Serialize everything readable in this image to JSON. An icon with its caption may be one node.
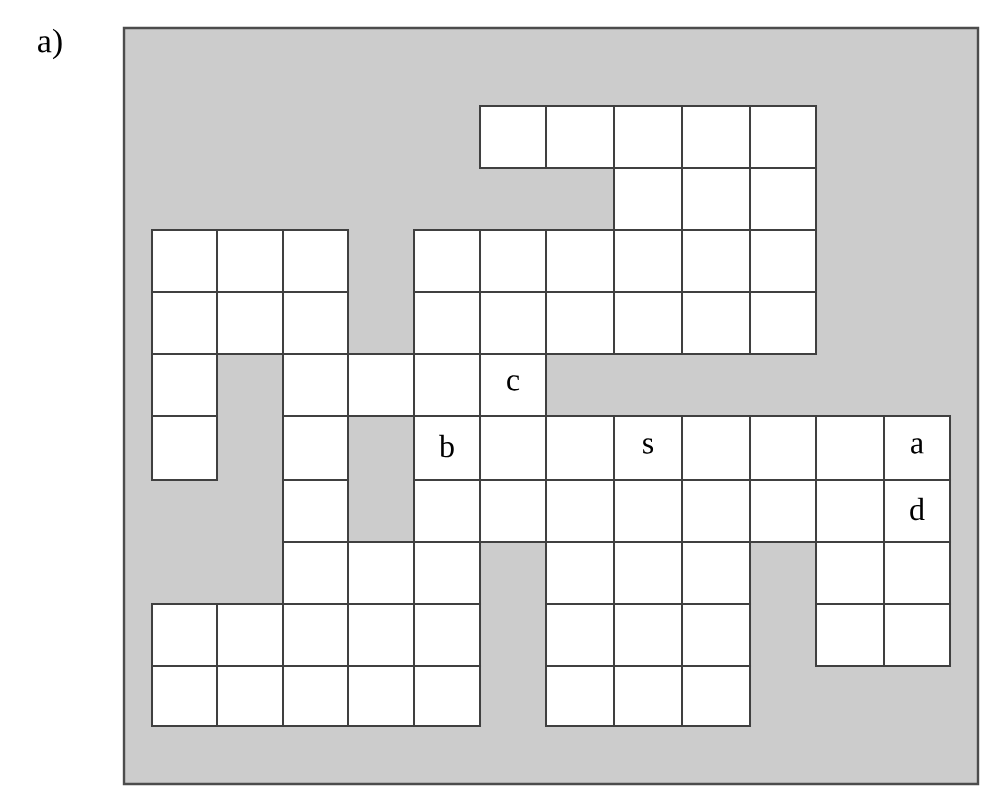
{
  "diagram": {
    "labels": [
      "a)",
      "c",
      "b",
      "s",
      "a",
      "d"
    ]
  }
}
